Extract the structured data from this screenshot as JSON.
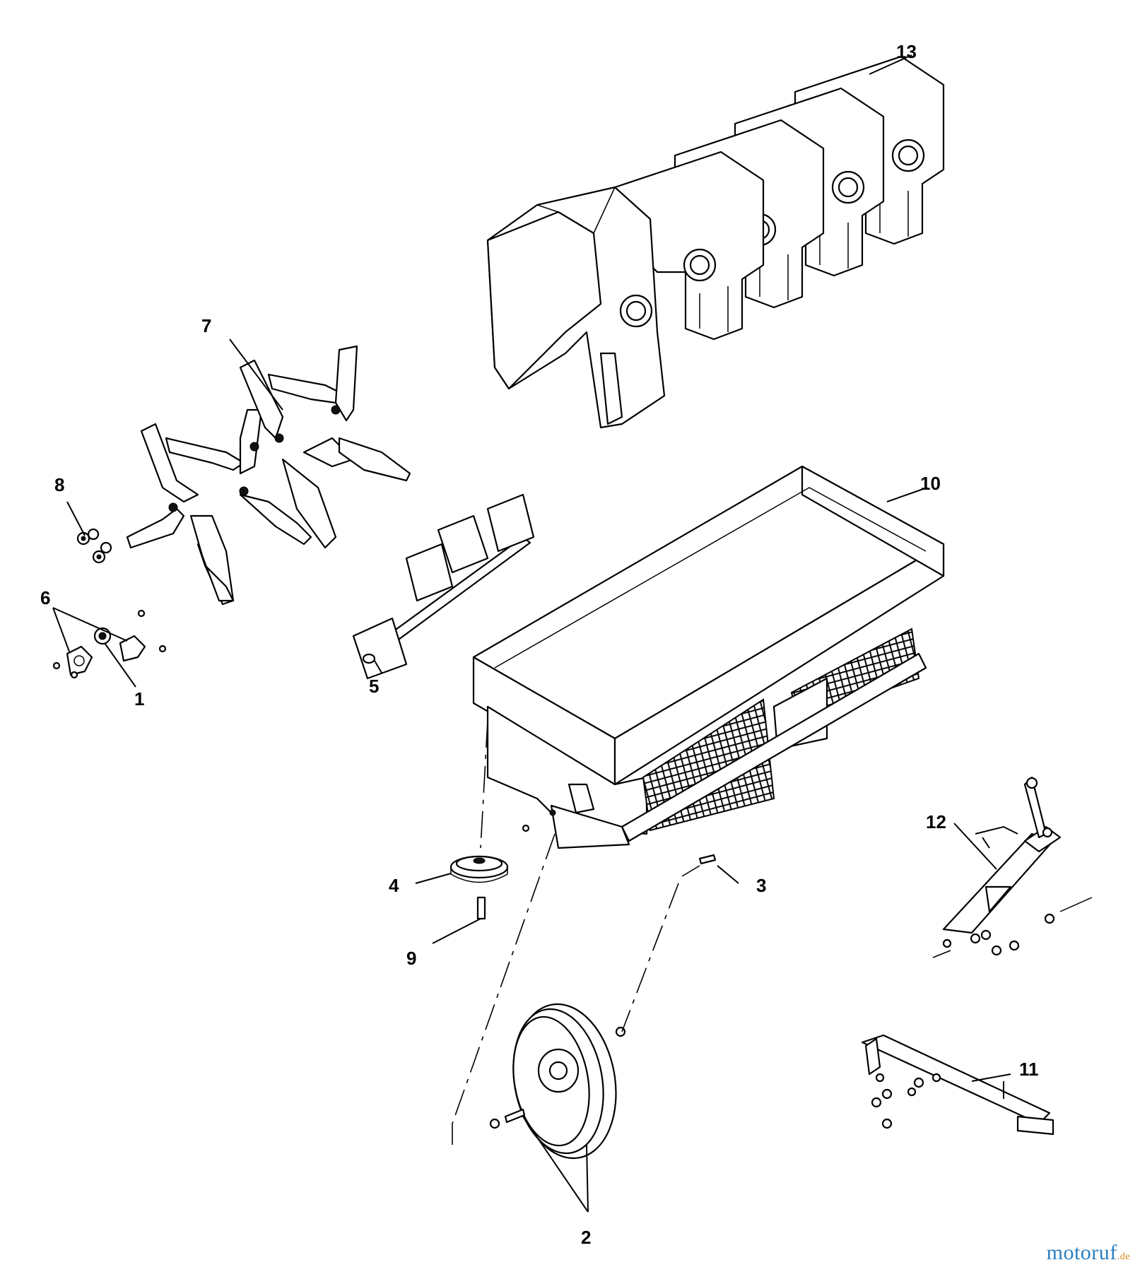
{
  "callouts": [
    {
      "id": "1",
      "label": "1"
    },
    {
      "id": "2",
      "label": "2"
    },
    {
      "id": "3",
      "label": "3"
    },
    {
      "id": "4",
      "label": "4"
    },
    {
      "id": "5",
      "label": "5"
    },
    {
      "id": "6",
      "label": "6"
    },
    {
      "id": "7",
      "label": "7"
    },
    {
      "id": "8",
      "label": "8"
    },
    {
      "id": "9",
      "label": "9"
    },
    {
      "id": "10",
      "label": "10"
    },
    {
      "id": "11",
      "label": "11"
    },
    {
      "id": "12",
      "label": "12"
    },
    {
      "id": "13",
      "label": "13"
    }
  ],
  "watermark": {
    "brand": "motoruf",
    "suffix": ".de"
  }
}
